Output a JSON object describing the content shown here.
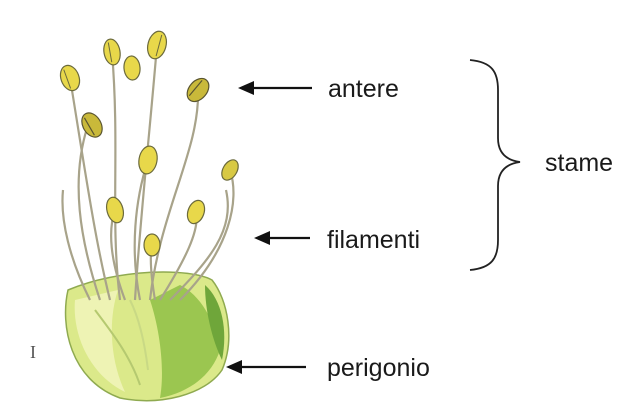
{
  "labels": {
    "antere": "antere",
    "filamenti": "filamenti",
    "perigonio": "perigonio",
    "stame": "stame"
  },
  "figure_mark": "I",
  "colors": {
    "anther_yellow": "#e8d84a",
    "anther_dark": "#6b6a3c",
    "filament": "#a8a38a",
    "perigon_green": "#8fbf45",
    "perigon_light": "#eef3b4",
    "arrow": "#111111",
    "brace": "#222222"
  }
}
